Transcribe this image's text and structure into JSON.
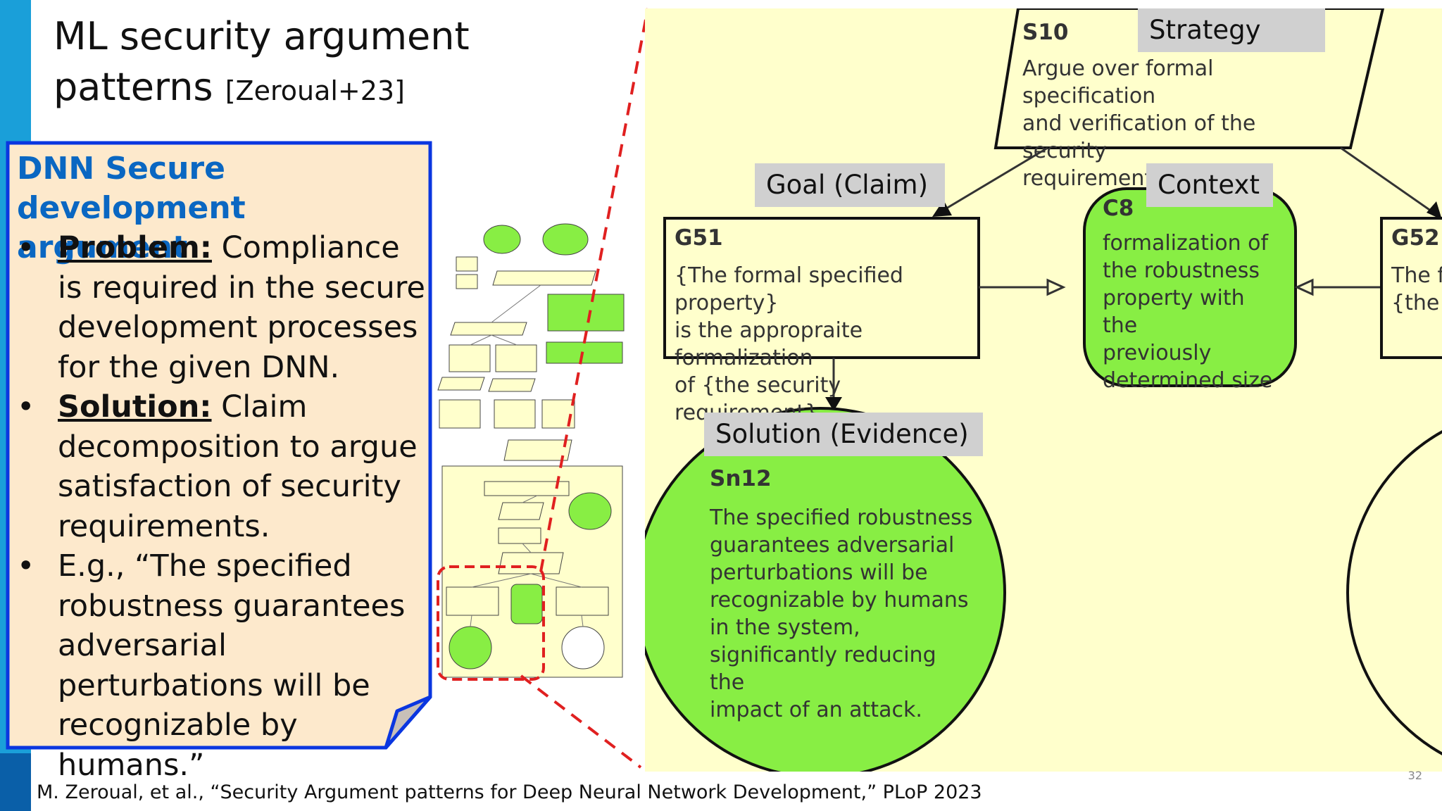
{
  "slide": {
    "title_main": "ML security argument patterns",
    "title_cite": "[Zeroual+23]",
    "page_number": "32",
    "footer": "M. Zeroual, et al., “Security Argument patterns for Deep Neural Network Development,” PLoP 2023"
  },
  "callout": {
    "heading": "DNN Secure development argument",
    "bullets": [
      {
        "key": "Problem:",
        "text": " Compliance is required in the secure development processes for the given DNN."
      },
      {
        "key": "Solution:",
        "text": "  Claim decomposition to argue satisfaction of security requirements."
      },
      {
        "key": "",
        "text": "E.g., “The specified robustness guarantees adversarial perturbations will be recognizable by humans.”"
      }
    ]
  },
  "labels": {
    "strategy": "Strategy",
    "goal": "Goal (Claim)",
    "context": "Context",
    "solution": "Solution (Evidence)"
  },
  "gsn": {
    "s10": {
      "id": "S10",
      "lines": [
        "Argue over formal specification",
        "and verification of the security",
        "requirement"
      ]
    },
    "g51": {
      "id": "G51",
      "lines": [
        "{The formal specified property}",
        "is the appropraite formalization",
        "of {the security requirement}"
      ]
    },
    "c8": {
      "id": "C8",
      "lines": [
        "formalization of",
        "the robustness",
        "property with the",
        "previously",
        "determined size"
      ]
    },
    "g52": {
      "id": "G52",
      "lines": [
        "The fo",
        "{the fo"
      ]
    },
    "sn12": {
      "id": "Sn12",
      "lines": [
        "The specified robustness",
        "guarantees adversarial",
        "perturbations will be",
        "recognizable by humans",
        "in the system,",
        "significantly reducing the",
        "impact of an attack."
      ]
    }
  },
  "colors": {
    "accent_blue": "#0a36e0",
    "heading_blue": "#0a67c2",
    "callout_bg": "#fde9cc",
    "diagram_bg": "#ffffcc",
    "green": "#88ee44",
    "zoom_dash": "#e02020"
  }
}
